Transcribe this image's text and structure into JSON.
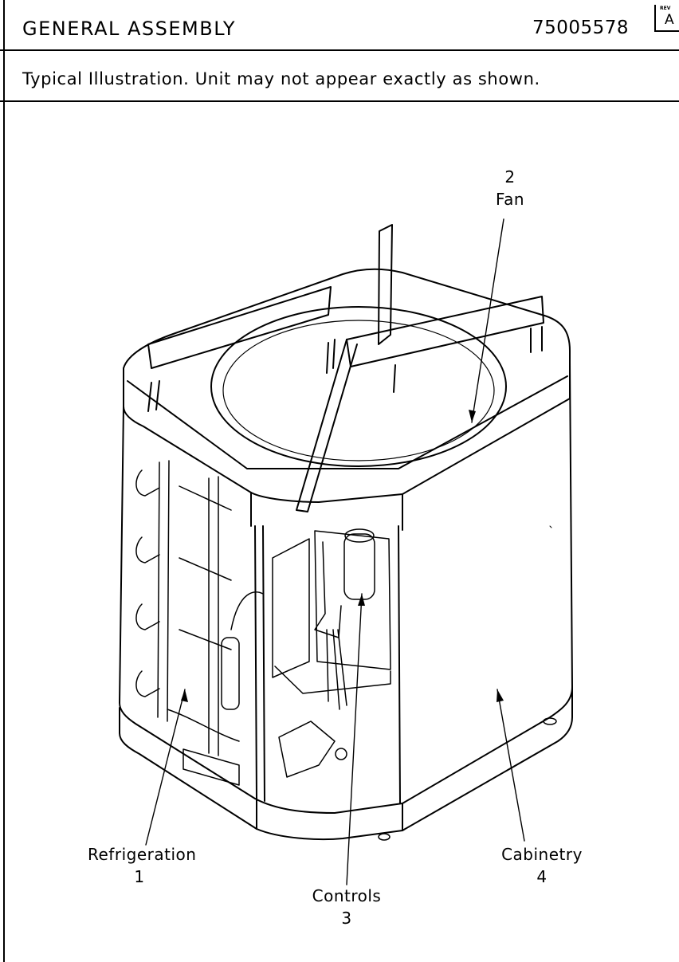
{
  "header": {
    "title": "GENERAL ASSEMBLY",
    "doc_number": "75005578",
    "rev_label": "REV",
    "rev_value": "A"
  },
  "caption": "Typical Illustration.  Unit may not appear exactly as shown.",
  "callouts": [
    {
      "number": "2",
      "name": "Fan"
    },
    {
      "number": "1",
      "name": "Refrigeration"
    },
    {
      "number": "3",
      "name": "Controls"
    },
    {
      "number": "4",
      "name": "Cabinetry"
    }
  ]
}
